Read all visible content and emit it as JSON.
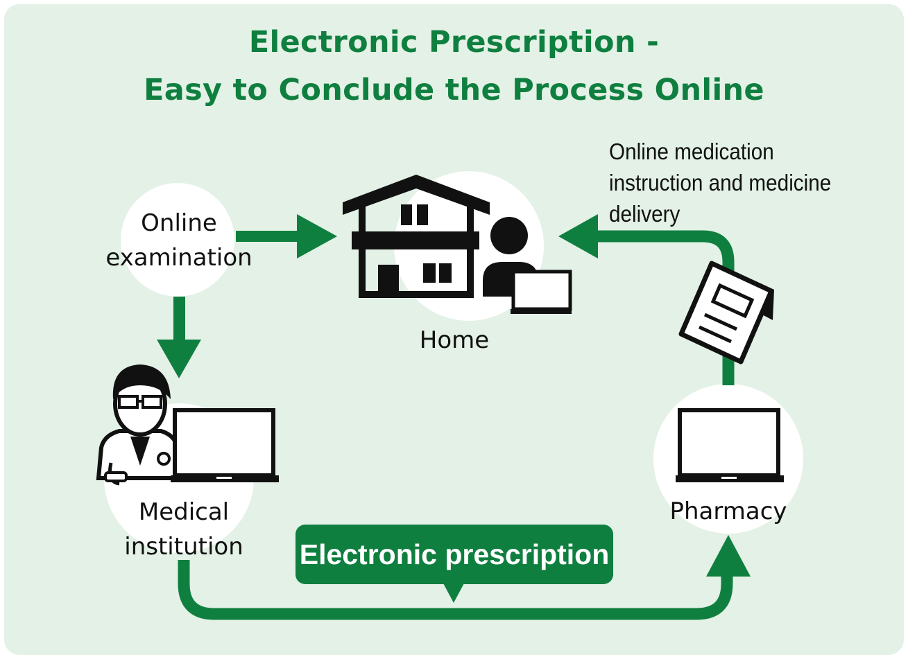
{
  "title": {
    "line1": "Electronic Prescription -",
    "line2": "Easy to Conclude the Process Online"
  },
  "nodes": {
    "online_exam": {
      "line1": "Online",
      "line2": "examination"
    },
    "home": {
      "label": "Home"
    },
    "medical": {
      "line1": "Medical",
      "line2": "institution"
    },
    "pharmacy": {
      "label": "Pharmacy"
    }
  },
  "delivery_note": {
    "line1": "Online medication",
    "line2": "instruction and medicine",
    "line3": "delivery"
  },
  "badge": {
    "label": "Electronic prescription"
  },
  "colors": {
    "accent": "#0f7f3f",
    "background": "#e3f1e6",
    "circle": "#ffffff",
    "icon": "#111111"
  },
  "icons": [
    "house-icon",
    "person-icon",
    "laptop-icon",
    "doctor-icon",
    "document-icon",
    "arrow-icon"
  ]
}
